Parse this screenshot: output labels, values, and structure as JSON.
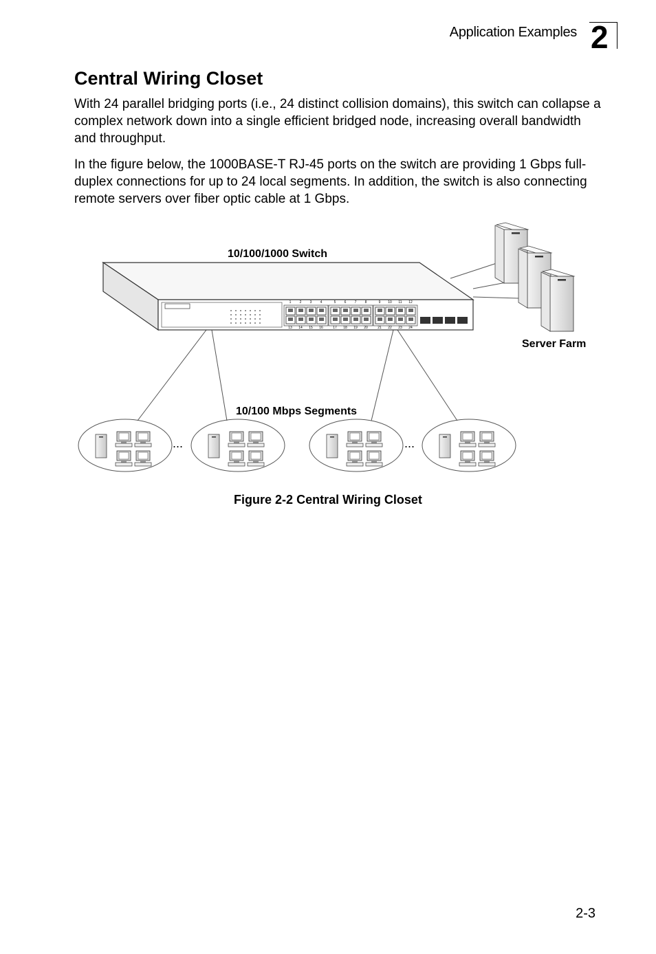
{
  "header": {
    "section_name": "Application Examples",
    "chapter_number": "2"
  },
  "section": {
    "title": "Central Wiring Closet",
    "paragraphs": [
      "With 24 parallel bridging ports (i.e., 24 distinct collision domains), this switch can collapse a complex network down into a single efficient bridged node, increasing overall bandwidth and throughput.",
      "In the figure below, the 1000BASE-T RJ-45 ports on the switch are providing 1 Gbps full-duplex connections for up to 24 local segments. In addition, the switch is also connecting remote servers over fiber optic cable at 1 Gbps."
    ]
  },
  "figure": {
    "switch_label": "10/100/1000 Switch",
    "server_farm_label": "Server Farm",
    "segments_label": "10/100 Mbps Segments",
    "ellipsis": "...",
    "port_numbers_top": [
      "1",
      "2",
      "3",
      "4",
      "5",
      "6",
      "7",
      "8",
      "9",
      "10",
      "11",
      "12"
    ],
    "port_numbers_bottom": [
      "13",
      "14",
      "15",
      "16",
      "17",
      "18",
      "19",
      "20",
      "21",
      "22",
      "23",
      "24"
    ],
    "caption": "Figure 2-2  Central Wiring Closet"
  },
  "footer": {
    "page_number": "2-3"
  }
}
